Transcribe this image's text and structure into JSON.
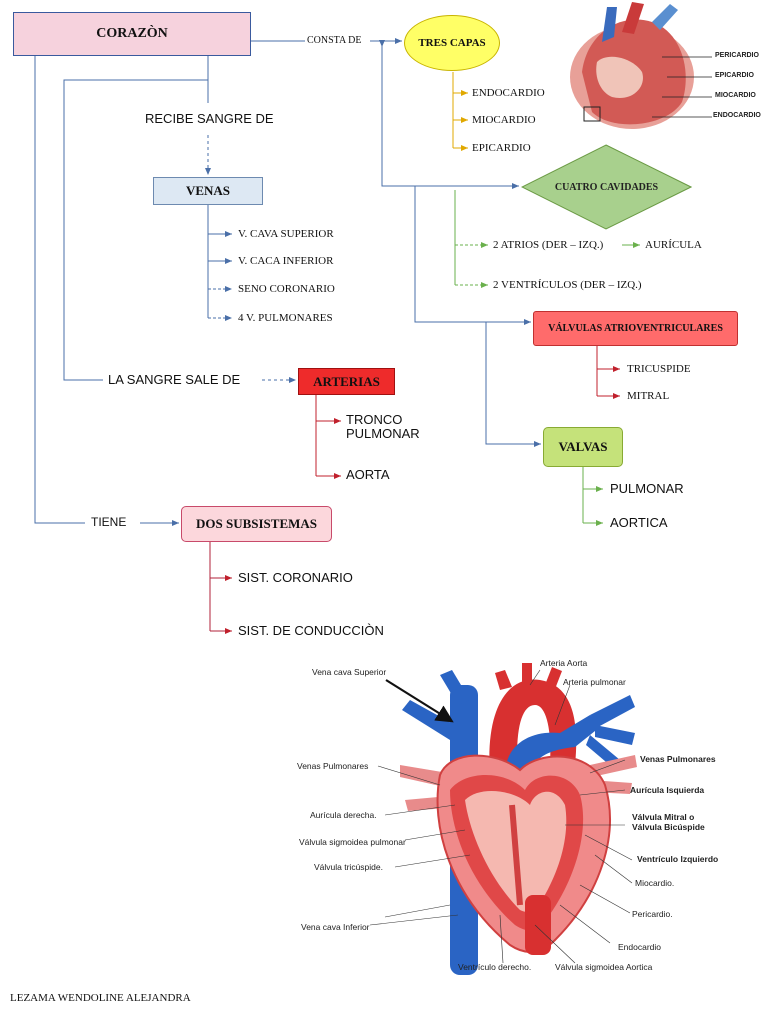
{
  "main_node": "CORAZÒN",
  "links": {
    "consta_de": "CONSTA DE",
    "recibe": "RECIBE SANGRE DE",
    "sale": "LA SANGRE SALE DE",
    "tiene": "TIENE"
  },
  "tres_capas": {
    "title": "TRES  CAPAS",
    "items": [
      "ENDOCARDIO",
      "MIOCARDIO",
      "EPICARDIO"
    ]
  },
  "cavidades": {
    "title": "CUATRO CAVIDADES",
    "atrios": "2  ATRIOS (DER – IZQ.)",
    "auricula": "AURÍCULA",
    "ventriculos": "2 VENTRÍCULOS (DER – IZQ.)"
  },
  "venas": {
    "title": "VENAS",
    "items": [
      "V. CAVA SUPERIOR",
      "V. CACA INFERIOR",
      "SENO CORONARIO",
      "4 V. PULMONARES"
    ]
  },
  "valvulas": {
    "title": "VÁLVULAS ATRIOVENTRICULARES",
    "items": [
      "TRICUSPIDE",
      "MITRAL"
    ]
  },
  "arterias": {
    "title": "ARTERIAS",
    "items": [
      "TRONCO\nPULMONAR",
      "AORTA"
    ]
  },
  "valvas": {
    "title": "VALVAS",
    "items": [
      "PULMONAR",
      "AORTICA"
    ]
  },
  "subsistemas": {
    "title": "DOS SUBSISTEMAS",
    "items": [
      "SIST. CORONARIO",
      "SIST. DE CONDUCCIÒN"
    ]
  },
  "layers_figure": {
    "labels": [
      "PERICARDIO",
      "EPICARDIO",
      "MIOCARDIO",
      "ENDOCARDIO"
    ]
  },
  "heart_figure": {
    "labels": {
      "vena_cava_sup": "Vena cava Superior",
      "venas_pulm_left": "Venas Pulmonares",
      "auricula_der": "Aurícula derecha.",
      "valvula_sig_pulm": "Válvula sigmoidea pulmonar",
      "valvula_tric": "Válvula tricúspide.",
      "vena_cava_inf": "Vena cava Inferior",
      "ventriculo_der": "Ventrículo derecho.",
      "valvula_sig_aort": "Válvula sigmoidea Aortica",
      "endocardio": "Endocardio",
      "pericardio": "Pericardio.",
      "miocardio": "Miocardio.",
      "ventriculo_izq": "Ventrículo Izquierdo",
      "valvula_mitral": "Válvula Mitral o\nVálvula Bicúspide",
      "auricula_izq": "Aurícula Isquierda",
      "venas_pulm_right": "Venas Pulmonares",
      "arteria_pulmonar": "Arteria pulmonar",
      "arteria_aorta": "Arteria Aorta"
    }
  },
  "author": "LEZAMA WENDOLINE ALEJANDRA",
  "colors": {
    "blue_line": "#4a6fa8",
    "green_line": "#6ab04c",
    "red_line": "#c0202c",
    "dark_red_line": "#b0203a",
    "arrow_yellow": "#e0a800"
  }
}
